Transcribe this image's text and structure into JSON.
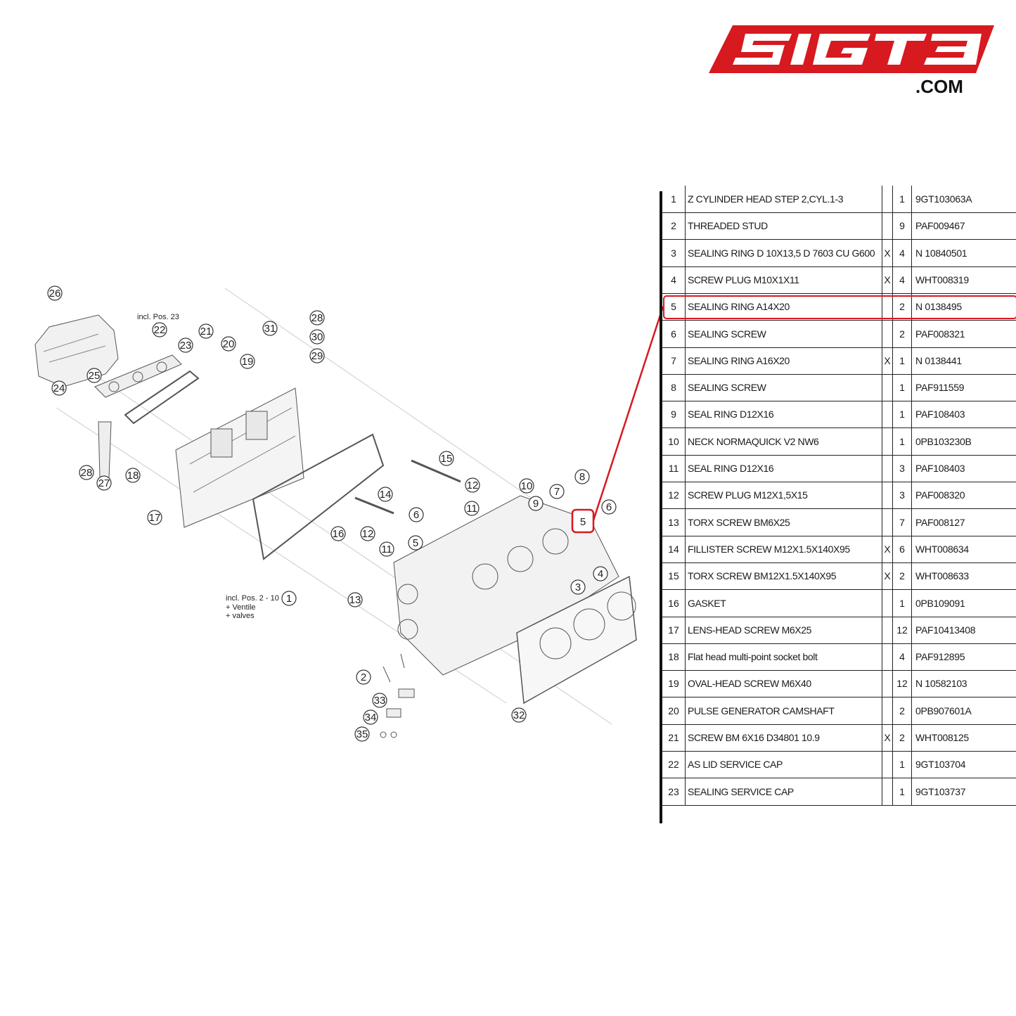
{
  "logo": {
    "text": "SIGTB",
    "dotcom": ".COM",
    "color": "#d71920"
  },
  "diagram": {
    "note_top": "incl. Pos. 23",
    "note_bottom": [
      "incl. Pos. 2 - 10",
      "+ Ventile",
      "+ valves"
    ],
    "callouts": [
      "26",
      "22",
      "21",
      "31",
      "28",
      "30",
      "20",
      "19",
      "29",
      "23",
      "25",
      "24",
      "28",
      "27",
      "18",
      "17",
      "16",
      "15",
      "14",
      "12",
      "10",
      "8",
      "7",
      "9",
      "11",
      "6",
      "5",
      "6",
      "12",
      "11",
      "5",
      "13",
      "3",
      "4",
      "1",
      "2",
      "33",
      "34",
      "35",
      "32"
    ]
  },
  "highlight": {
    "position": "5",
    "color": "#d71920"
  },
  "parts": [
    {
      "pos": "1",
      "desc": "Z CYLINDER HEAD STEP 2,CYL.1-3",
      "x": "",
      "qty": "1",
      "pn": "9GT103063A"
    },
    {
      "pos": "2",
      "desc": "THREADED STUD",
      "x": "",
      "qty": "9",
      "pn": "PAF009467"
    },
    {
      "pos": "3",
      "desc": "SEALING RING D 10X13,5 D 7603 CU G600",
      "x": "X",
      "qty": "4",
      "pn": "N 10840501"
    },
    {
      "pos": "4",
      "desc": "SCREW PLUG M10X1X11",
      "x": "X",
      "qty": "4",
      "pn": "WHT008319"
    },
    {
      "pos": "5",
      "desc": "SEALING RING A14X20",
      "x": "",
      "qty": "2",
      "pn": "N 0138495"
    },
    {
      "pos": "6",
      "desc": "SEALING SCREW",
      "x": "",
      "qty": "2",
      "pn": "PAF008321"
    },
    {
      "pos": "7",
      "desc": "SEALING RING A16X20",
      "x": "X",
      "qty": "1",
      "pn": "N 0138441"
    },
    {
      "pos": "8",
      "desc": "SEALING SCREW",
      "x": "",
      "qty": "1",
      "pn": "PAF911559"
    },
    {
      "pos": "9",
      "desc": "SEAL RING D12X16",
      "x": "",
      "qty": "1",
      "pn": "PAF108403"
    },
    {
      "pos": "10",
      "desc": "NECK NORMAQUICK V2 NW6",
      "x": "",
      "qty": "1",
      "pn": "0PB103230B"
    },
    {
      "pos": "11",
      "desc": "SEAL RING D12X16",
      "x": "",
      "qty": "3",
      "pn": "PAF108403"
    },
    {
      "pos": "12",
      "desc": "SCREW PLUG M12X1,5X15",
      "x": "",
      "qty": "3",
      "pn": "PAF008320"
    },
    {
      "pos": "13",
      "desc": "TORX SCREW BM6X25",
      "x": "",
      "qty": "7",
      "pn": "PAF008127"
    },
    {
      "pos": "14",
      "desc": "FILLISTER SCREW M12X1.5X140X95",
      "x": "X",
      "qty": "6",
      "pn": "WHT008634"
    },
    {
      "pos": "15",
      "desc": "TORX SCREW BM12X1.5X140X95",
      "x": "X",
      "qty": "2",
      "pn": "WHT008633"
    },
    {
      "pos": "16",
      "desc": "GASKET",
      "x": "",
      "qty": "1",
      "pn": "0PB109091"
    },
    {
      "pos": "17",
      "desc": "LENS-HEAD SCREW M6X25",
      "x": "",
      "qty": "12",
      "pn": "PAF10413408"
    },
    {
      "pos": "18",
      "desc": "Flat head multi-point socket bolt",
      "x": "",
      "qty": "4",
      "pn": "PAF912895"
    },
    {
      "pos": "19",
      "desc": "OVAL-HEAD SCREW M6X40",
      "x": "",
      "qty": "12",
      "pn": "N 10582103"
    },
    {
      "pos": "20",
      "desc": "PULSE GENERATOR CAMSHAFT",
      "x": "",
      "qty": "2",
      "pn": "0PB907601A"
    },
    {
      "pos": "21",
      "desc": "SCREW BM 6X16 D34801 10.9",
      "x": "X",
      "qty": "2",
      "pn": "WHT008125"
    },
    {
      "pos": "22",
      "desc": "AS LID SERVICE CAP",
      "x": "",
      "qty": "1",
      "pn": "9GT103704"
    },
    {
      "pos": "23",
      "desc": "SEALING SERVICE CAP",
      "x": "",
      "qty": "1",
      "pn": "9GT103737"
    }
  ]
}
